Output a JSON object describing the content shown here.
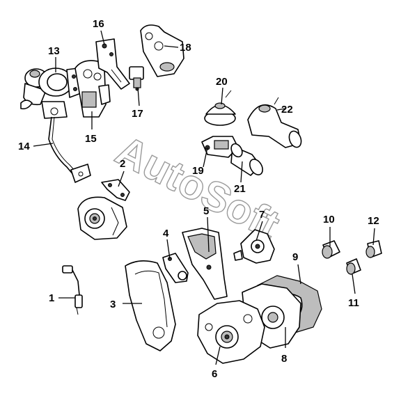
{
  "watermark": "AutoSoft",
  "callouts": [
    {
      "id": "1",
      "label": "1"
    },
    {
      "id": "2",
      "label": "2"
    },
    {
      "id": "3",
      "label": "3"
    },
    {
      "id": "4",
      "label": "4"
    },
    {
      "id": "5",
      "label": "5"
    },
    {
      "id": "6",
      "label": "6"
    },
    {
      "id": "7",
      "label": "7"
    },
    {
      "id": "8",
      "label": "8"
    },
    {
      "id": "9",
      "label": "9"
    },
    {
      "id": "10",
      "label": "10"
    },
    {
      "id": "11",
      "label": "11"
    },
    {
      "id": "12",
      "label": "12"
    },
    {
      "id": "13",
      "label": "13"
    },
    {
      "id": "14",
      "label": "14"
    },
    {
      "id": "15",
      "label": "15"
    },
    {
      "id": "16",
      "label": "16"
    },
    {
      "id": "17",
      "label": "17"
    },
    {
      "id": "18",
      "label": "18"
    },
    {
      "id": "19",
      "label": "19"
    },
    {
      "id": "20",
      "label": "20"
    },
    {
      "id": "21",
      "label": "21"
    },
    {
      "id": "22",
      "label": "22"
    }
  ]
}
